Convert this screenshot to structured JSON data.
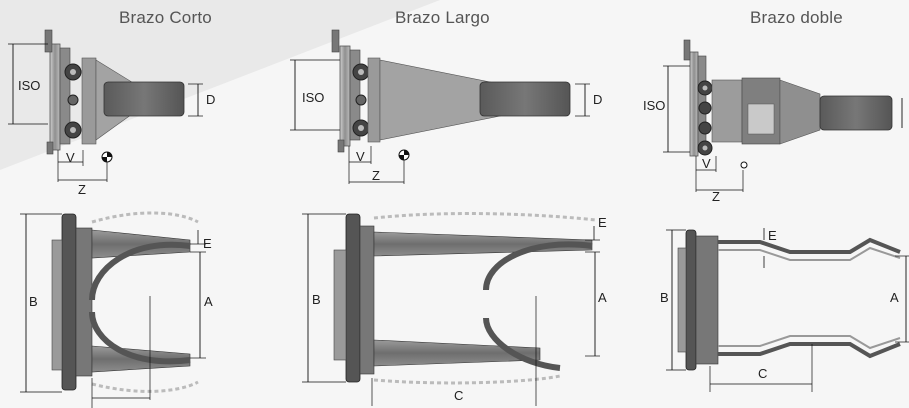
{
  "titles": {
    "short_arm": "Brazo Corto",
    "long_arm": "Brazo Largo",
    "double_arm": "Brazo doble"
  },
  "labels": {
    "iso": "ISO",
    "d": "D",
    "v": "V",
    "z": "Z",
    "b": "B",
    "a": "A",
    "e": "E",
    "c": "C"
  },
  "colors": {
    "background": "#f6f6f6",
    "wedge": "#ececec",
    "steel_dark": "#4a4a4a",
    "steel_mid": "#7a7a7a",
    "steel_light": "#a9a9a9",
    "dimension": "#111111"
  }
}
